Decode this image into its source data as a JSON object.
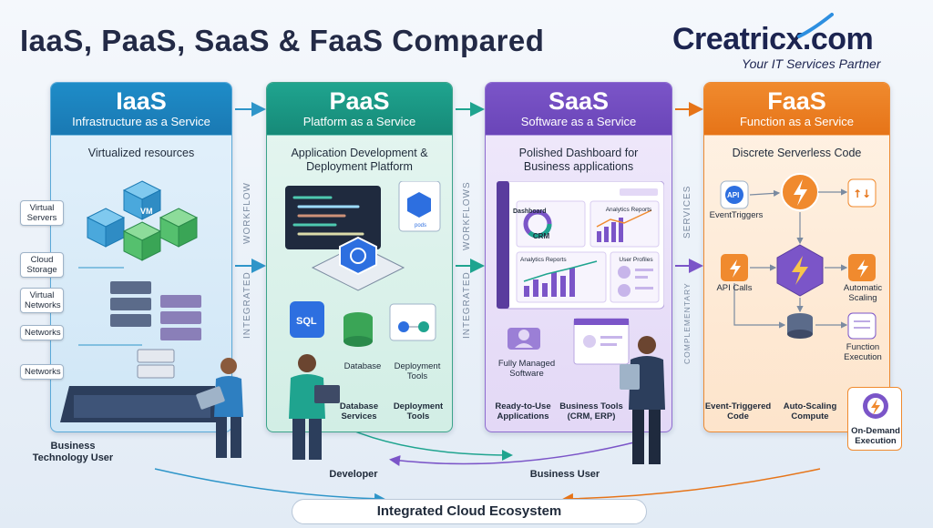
{
  "title": "IaaS, PaaS, SaaS & FaaS Compared",
  "brand": {
    "name": "Creatricx.com",
    "tagline": "Your IT Services Partner"
  },
  "columns": {
    "iaas": {
      "name": "IaaS",
      "subtitle": "Infrastructure as a Service",
      "desc": "Virtualized resources",
      "tags": [
        "Virtual Servers",
        "Cloud Storage",
        "Virtual Networks",
        "Networks",
        "Networks"
      ],
      "vm": "VM"
    },
    "paas": {
      "name": "PaaS",
      "subtitle": "Platform as a Service",
      "desc": "Application Development & Deployment Platform",
      "items": {
        "sql": "SQL",
        "database": "Database",
        "deployment_tools": "Deployment Tools",
        "pods": "pods"
      },
      "footer": [
        "Database Services",
        "Deployment Tools"
      ]
    },
    "saas": {
      "name": "SaaS",
      "subtitle": "Software as a Service",
      "desc": "Polished Dashboard for Business applications",
      "items": {
        "dashboard": "Dashboard",
        "crm": "CRM",
        "analytics": "Analytics Reports",
        "analytics2": "Analytics Reports",
        "profiles": "User Profiles",
        "managed": "Fully Managed Software"
      },
      "footer": [
        "Ready-to-Use Applications",
        "Business Tools (CRM, ERP)"
      ]
    },
    "faas": {
      "name": "FaaS",
      "subtitle": "Function as a Service",
      "desc": "Discrete Serverless Code",
      "items": {
        "api": "API",
        "event_triggers": "EventTriggers",
        "api_calls": "API Calls",
        "auto_scaling": "Automatic Scaling",
        "function_exec": "Function Execution"
      },
      "footer": [
        "Event-Triggered Code",
        "Auto-Scaling Compute"
      ],
      "on_demand": "On-Demand Execution"
    }
  },
  "side_labels": [
    "INTEGRATED",
    "WORKFLOW",
    "INTEGRATED",
    "WORKFLOWS",
    "COMPLEMENTARY",
    "SERVICES"
  ],
  "personas": [
    "Business Technology User",
    "Developer",
    "Business User"
  ],
  "footer": "Integrated Cloud Ecosystem",
  "colors": {
    "iaas": "#1e8cc8",
    "paas": "#1fa48f",
    "saas": "#7b55c8",
    "faas": "#f08a2e"
  }
}
